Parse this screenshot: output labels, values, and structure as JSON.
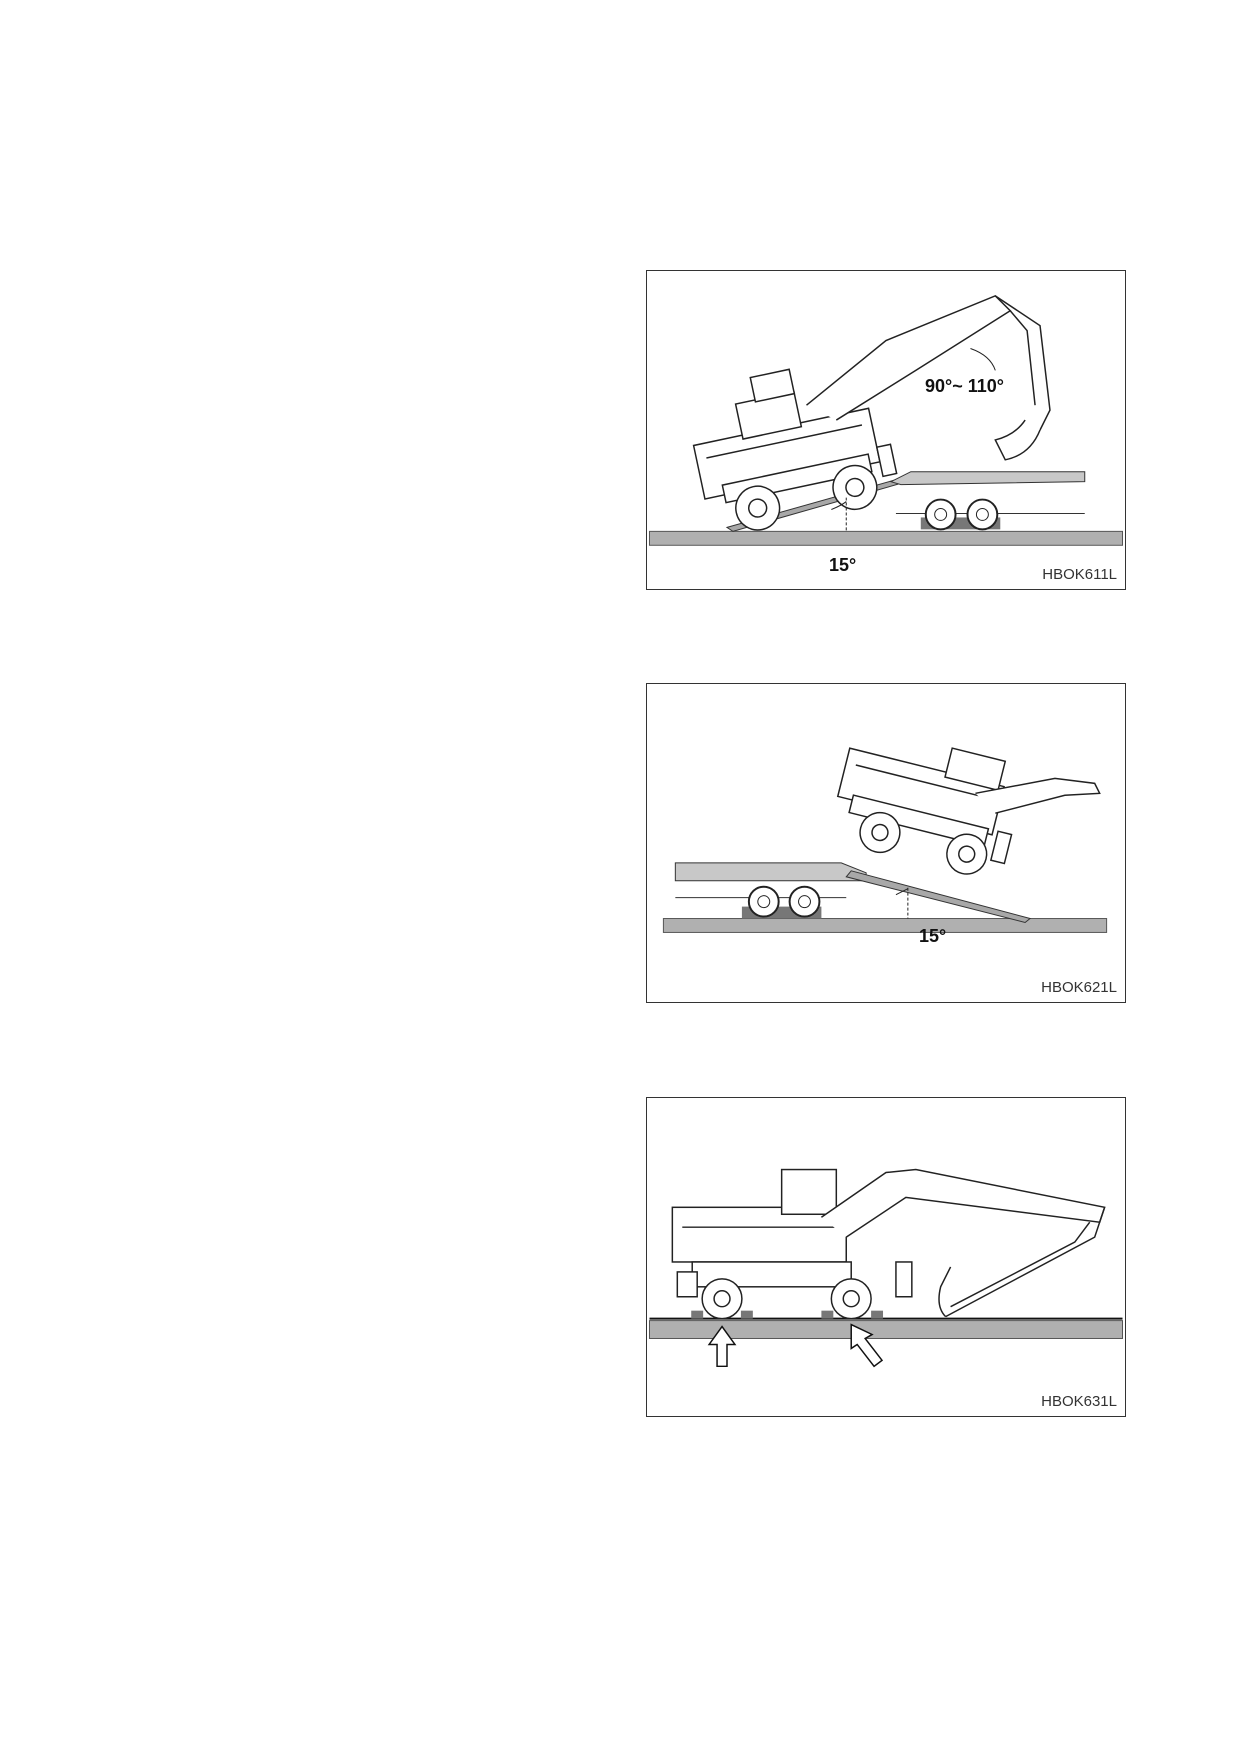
{
  "figures": [
    {
      "code": "HBOK611L",
      "labels": {
        "arm_angle": "90°~ 110°",
        "ramp_angle": "15°"
      }
    },
    {
      "code": "HBOK621L",
      "labels": {
        "ramp_angle": "15°"
      }
    },
    {
      "code": "HBOK631L",
      "labels": {}
    }
  ],
  "colors": {
    "ground": "#b0b0b0",
    "line": "#222222",
    "frame": "#333333"
  }
}
